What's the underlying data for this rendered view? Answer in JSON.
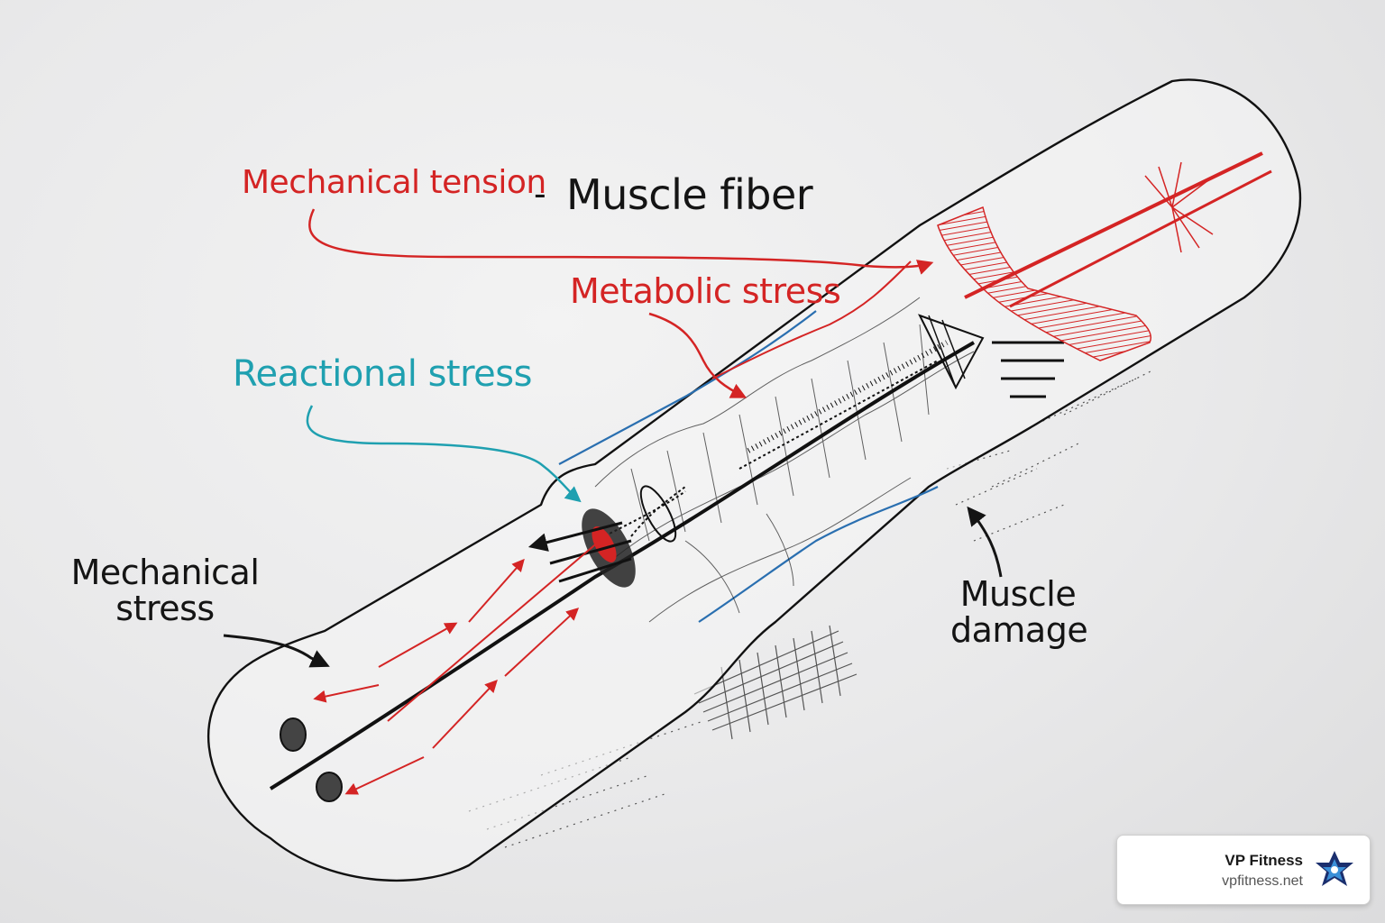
{
  "labels": {
    "mechanical_tension": "Mechanical tension",
    "dash": "-",
    "muscle_fiber": "Muscle fiber",
    "metabolic_stress": "Metabolic stress",
    "reactional_stress": "Reactional stress",
    "mechanical_stress": "Mechanical stress",
    "muscle_damage": "Muscle damage"
  },
  "brand": {
    "name": "VP Fitness",
    "url": "vpfitness.net",
    "logo_icon": "vp-fitness-star-logo-icon"
  },
  "colors": {
    "red_ink": "#d42424",
    "teal_ink": "#1fa0b0",
    "black_ink": "#141414",
    "blue_outline": "#2a6fb0"
  }
}
